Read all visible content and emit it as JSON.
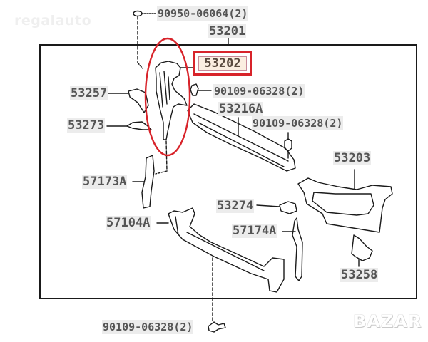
{
  "watermarks": {
    "top_left": "regalauto",
    "bottom_right": "BAZAR"
  },
  "highlight": {
    "part_number": "53202",
    "color": "#d8232a",
    "ellipse_target": "53202"
  },
  "labels": {
    "p90950": "90950-06064(2)",
    "p53201": "53201",
    "p53202": "53202",
    "p53257": "53257",
    "p90109_a": "90109-06328(2)",
    "p53216A": "53216A",
    "p53273": "53273",
    "p90109_b": "90109-06328(2)",
    "p53203": "53203",
    "p57173A": "57173A",
    "p53274": "53274",
    "p57104A": "57104A",
    "p57174A": "57174A",
    "p53258": "53258",
    "p90109_c": "90109-06328(2)"
  },
  "parts": [
    {
      "part_number": "90950-06064",
      "qty": 2
    },
    {
      "part_number": "53201"
    },
    {
      "part_number": "53202",
      "highlighted": true
    },
    {
      "part_number": "53257"
    },
    {
      "part_number": "90109-06328",
      "qty": 2
    },
    {
      "part_number": "53216A"
    },
    {
      "part_number": "53273"
    },
    {
      "part_number": "90109-06328",
      "qty": 2
    },
    {
      "part_number": "53203"
    },
    {
      "part_number": "57173A"
    },
    {
      "part_number": "53274"
    },
    {
      "part_number": "57104A"
    },
    {
      "part_number": "57174A"
    },
    {
      "part_number": "53258"
    },
    {
      "part_number": "90109-06328",
      "qty": 2
    }
  ]
}
